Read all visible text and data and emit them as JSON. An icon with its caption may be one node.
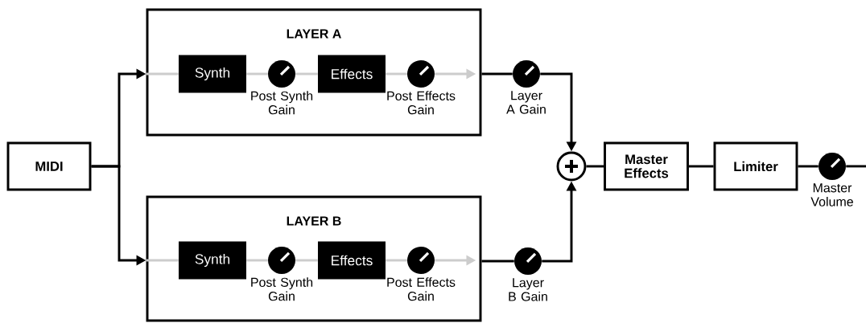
{
  "diagram": {
    "nodes": [
      {
        "text": [
          "MIDI"
        ]
      },
      {
        "text": [
          "LAYER A"
        ]
      },
      {
        "text": [
          "Synth"
        ],
        "in": 1
      },
      {
        "text": [],
        "shape": "circle",
        "beside": [
          "Post Synth Gain"
        ],
        "in": 1
      },
      {
        "text": [
          "Effects"
        ],
        "in": 1
      },
      {
        "text": [],
        "shape": "circle",
        "beside": [
          "Post Effects Gain"
        ],
        "in": 1
      },
      {
        "text": [
          "LAYER B"
        ]
      },
      {
        "text": [
          "Synth"
        ],
        "in": 6
      },
      {
        "text": [],
        "shape": "circle",
        "beside": [
          "Post Synth Gain"
        ],
        "in": 6
      },
      {
        "text": [
          "Effects"
        ],
        "in": 6
      },
      {
        "text": [],
        "shape": "circle",
        "beside": [
          "Post Effects Gain"
        ],
        "in": 6
      },
      {
        "text": [],
        "shape": "circle",
        "beside": [
          "Layer A Gain"
        ]
      },
      {
        "text": [],
        "shape": "circle",
        "beside": [
          "Layer B Gain"
        ]
      },
      {
        "text": [],
        "shape": "circle"
      },
      {
        "text": [
          "Master Effects"
        ]
      },
      {
        "text": [
          "Limiter"
        ]
      },
      {
        "text": [],
        "shape": "circle",
        "beside": [
          "Master Volume"
        ]
      }
    ],
    "edges": [
      {
        "from": 0,
        "to": 1,
        "arrow": "to"
      },
      {
        "from": 0,
        "to": 6,
        "arrow": "to"
      },
      {
        "from": 1,
        "to": 2,
        "arrow": "none",
        "color": "#cccccc"
      },
      {
        "from": 2,
        "to": 3,
        "arrow": "none",
        "color": "#cccccc"
      },
      {
        "from": 3,
        "to": 4,
        "arrow": "none",
        "color": "#cccccc"
      },
      {
        "from": 4,
        "to": 5,
        "arrow": "none",
        "color": "#cccccc"
      },
      {
        "from": 5,
        "to": 1,
        "arrow": "to",
        "color": "#cccccc"
      },
      {
        "from": 6,
        "to": 7,
        "arrow": "none",
        "color": "#cccccc"
      },
      {
        "from": 7,
        "to": 8,
        "arrow": "none",
        "color": "#cccccc"
      },
      {
        "from": 8,
        "to": 9,
        "arrow": "none",
        "color": "#cccccc"
      },
      {
        "from": 9,
        "to": 10,
        "arrow": "none",
        "color": "#cccccc"
      },
      {
        "from": 10,
        "to": 6,
        "arrow": "to",
        "color": "#cccccc"
      },
      {
        "from": 1,
        "to": 11,
        "arrow": "none"
      },
      {
        "from": 6,
        "to": 12,
        "arrow": "none"
      },
      {
        "from": 11,
        "to": 13,
        "arrow": "to"
      },
      {
        "from": 12,
        "to": 13,
        "arrow": "to"
      },
      {
        "from": 13,
        "to": 14,
        "arrow": "none"
      },
      {
        "from": 14,
        "to": 15,
        "arrow": "none"
      },
      {
        "from": 15,
        "to": 16,
        "arrow": "none"
      },
      {
        "from": 16,
        "to": null,
        "arrow": "none"
      }
    ]
  }
}
